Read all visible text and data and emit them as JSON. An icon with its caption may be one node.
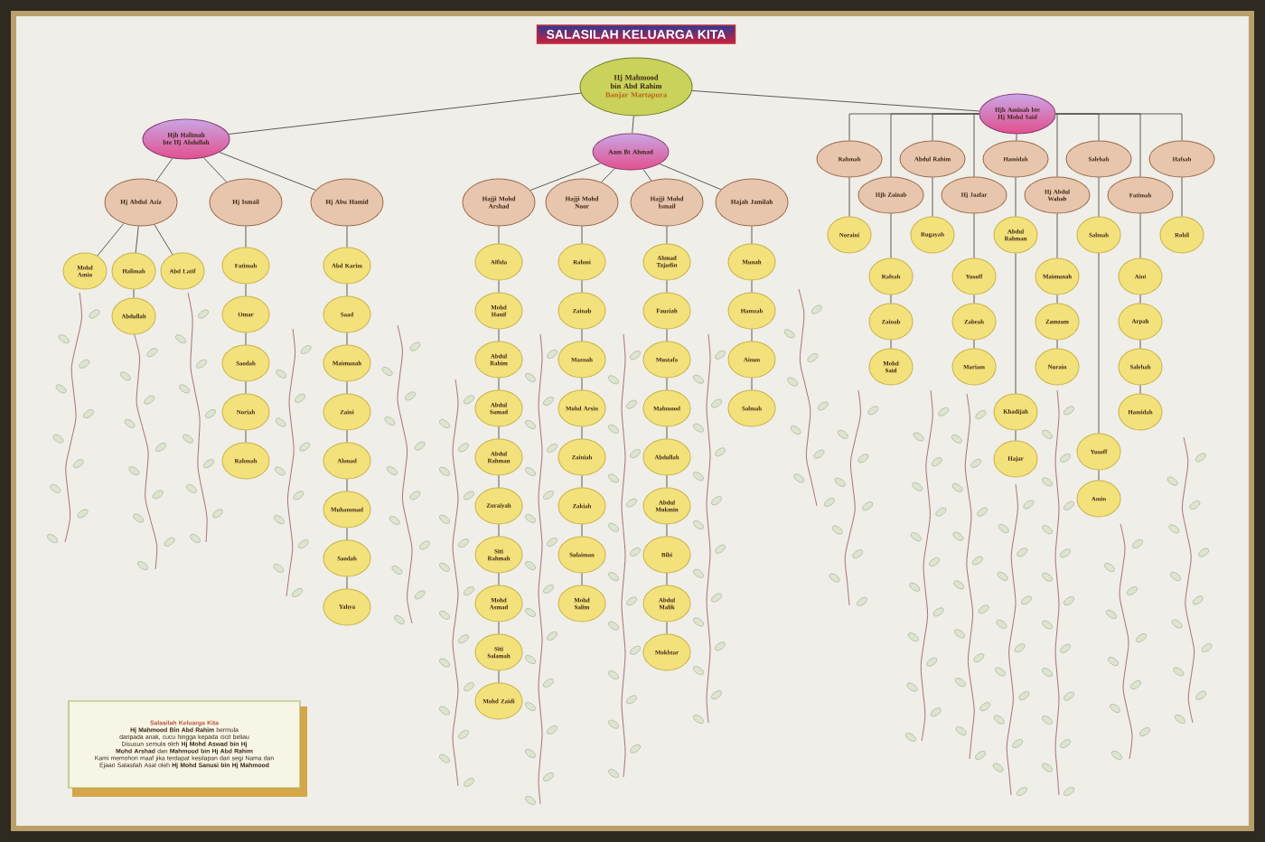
{
  "diagram": {
    "title": "SALASILAH KELUARGA KITA",
    "nodes": [
      {
        "text": [
          "Hj Mahmood bin Abd Rahim",
          "Banjar Martapura"
        ]
      },
      {
        "text": [
          "Hjh Halimah bte Hj Abdullah"
        ]
      },
      {
        "text": [
          "Aam Bt Ahmad"
        ]
      },
      {
        "text": [
          "Hjh Aminah bte Hj Mohd Said"
        ]
      },
      {
        "text": [
          "Hj Abdul Aziz"
        ]
      },
      {
        "text": [
          "Hj Ismail"
        ]
      },
      {
        "text": [
          "Hj Abu Hamid"
        ]
      },
      {
        "text": [
          "Hajji Mohd Arshad"
        ]
      },
      {
        "text": [
          "Hajji Mohd Noor"
        ]
      },
      {
        "text": [
          "Hajji Mohd Ismail"
        ]
      },
      {
        "text": [
          "Hajah Jamilah"
        ]
      },
      {
        "text": [
          "Rahmah"
        ]
      },
      {
        "text": [
          "Abdul Rahim"
        ]
      },
      {
        "text": [
          "Hamidah"
        ]
      },
      {
        "text": [
          "Salehah"
        ]
      },
      {
        "text": [
          "Hafsah"
        ]
      },
      {
        "text": [
          "Hjh Zainab"
        ]
      },
      {
        "text": [
          "Hj Jaafar"
        ]
      },
      {
        "text": [
          "Hj Abdul Wahab"
        ]
      },
      {
        "text": [
          "Fatimah"
        ]
      },
      {
        "text": [
          "Mohd Amin"
        ]
      },
      {
        "text": [
          "Halimah"
        ]
      },
      {
        "text": [
          "Abd Latif"
        ]
      },
      {
        "text": [
          "Abdullah"
        ]
      },
      {
        "text": [
          "Fatimah"
        ]
      },
      {
        "text": [
          "Omar"
        ]
      },
      {
        "text": [
          "Saodah"
        ]
      },
      {
        "text": [
          "Noriah"
        ]
      },
      {
        "text": [
          "Rahmah"
        ]
      },
      {
        "text": [
          "Abd Karim"
        ]
      },
      {
        "text": [
          "Saad"
        ]
      },
      {
        "text": [
          "Maimunah"
        ]
      },
      {
        "text": [
          "Zaini"
        ]
      },
      {
        "text": [
          "Ahmad"
        ]
      },
      {
        "text": [
          "Muhammad"
        ]
      },
      {
        "text": [
          "Saodah"
        ]
      },
      {
        "text": [
          "Yahya"
        ]
      },
      {
        "text": [
          "Alfida"
        ]
      },
      {
        "text": [
          "Mohd Hanif"
        ]
      },
      {
        "text": [
          "Abdul Rahim"
        ]
      },
      {
        "text": [
          "Abdul Samad"
        ]
      },
      {
        "text": [
          "Abdul Rahman"
        ]
      },
      {
        "text": [
          "Zuraiyah"
        ]
      },
      {
        "text": [
          "Siti Rahmah"
        ]
      },
      {
        "text": [
          "Mohd Asmad"
        ]
      },
      {
        "text": [
          "Siti Salamah"
        ]
      },
      {
        "text": [
          "Mohd Zaidi"
        ]
      },
      {
        "text": [
          "Rahmi"
        ]
      },
      {
        "text": [
          "Zainab"
        ]
      },
      {
        "text": [
          "Maznah"
        ]
      },
      {
        "text": [
          "Mohd Arsin"
        ]
      },
      {
        "text": [
          "Zainiah"
        ]
      },
      {
        "text": [
          "Zakiah"
        ]
      },
      {
        "text": [
          "Sulaiman"
        ]
      },
      {
        "text": [
          "Mohd Salim"
        ]
      },
      {
        "text": [
          "Ahmad Tajudin"
        ]
      },
      {
        "text": [
          "Fauziah"
        ]
      },
      {
        "text": [
          "Mustafa"
        ]
      },
      {
        "text": [
          "Mahmood"
        ]
      },
      {
        "text": [
          "Abdullah"
        ]
      },
      {
        "text": [
          "Abdul Mukmin"
        ]
      },
      {
        "text": [
          "Bibi"
        ]
      },
      {
        "text": [
          "Abdul Malik"
        ]
      },
      {
        "text": [
          "Mokhtar"
        ]
      },
      {
        "text": [
          "Munah"
        ]
      },
      {
        "text": [
          "Hamzah"
        ]
      },
      {
        "text": [
          "Ainun"
        ]
      },
      {
        "text": [
          "Salmah"
        ]
      },
      {
        "text": [
          "Noraini"
        ]
      },
      {
        "text": [
          "Rugayah"
        ]
      },
      {
        "text": [
          "Abdul Rahman"
        ]
      },
      {
        "text": [
          "Salmah"
        ]
      },
      {
        "text": [
          "Rohil"
        ]
      },
      {
        "text": [
          "Rafeah"
        ]
      },
      {
        "text": [
          "Zainab"
        ]
      },
      {
        "text": [
          "Mohd Said"
        ]
      },
      {
        "text": [
          "Yusoff"
        ]
      },
      {
        "text": [
          "Zabeah"
        ]
      },
      {
        "text": [
          "Mariam"
        ]
      },
      {
        "text": [
          "Maimunah"
        ]
      },
      {
        "text": [
          "Zamzam"
        ]
      },
      {
        "text": [
          "Nurain"
        ]
      },
      {
        "text": [
          "Aini"
        ]
      },
      {
        "text": [
          "Arpah"
        ]
      },
      {
        "text": [
          "Salehah"
        ]
      },
      {
        "text": [
          "Hamidah"
        ]
      },
      {
        "text": [
          "Khadijah"
        ]
      },
      {
        "text": [
          "Hajar"
        ]
      },
      {
        "text": [
          "Yusoff"
        ]
      },
      {
        "text": [
          "Amin"
        ]
      }
    ],
    "edges": [
      {
        "from": 0,
        "to": 1,
        "arrow": "none"
      },
      {
        "from": 0,
        "to": 2,
        "arrow": "none"
      },
      {
        "from": 0,
        "to": 3,
        "arrow": "none"
      },
      {
        "from": 1,
        "to": 4,
        "arrow": "none"
      },
      {
        "from": 1,
        "to": 5,
        "arrow": "none"
      },
      {
        "from": 1,
        "to": 6,
        "arrow": "none"
      },
      {
        "from": 2,
        "to": 7,
        "arrow": "none"
      },
      {
        "from": 2,
        "to": 8,
        "arrow": "none"
      },
      {
        "from": 2,
        "to": 9,
        "arrow": "none"
      },
      {
        "from": 2,
        "to": 10,
        "arrow": "none"
      },
      {
        "from": 3,
        "to": 11,
        "arrow": "none"
      },
      {
        "from": 3,
        "to": 12,
        "arrow": "none"
      },
      {
        "from": 3,
        "to": 13,
        "arrow": "none"
      },
      {
        "from": 3,
        "to": 14,
        "arrow": "none"
      },
      {
        "from": 3,
        "to": 15,
        "arrow": "none"
      },
      {
        "from": 3,
        "to": 16,
        "arrow": "none"
      },
      {
        "from": 3,
        "to": 17,
        "arrow": "none"
      },
      {
        "from": 3,
        "to": 18,
        "arrow": "none"
      },
      {
        "from": 3,
        "to": 19,
        "arrow": "none"
      },
      {
        "from": 4,
        "to": 20,
        "arrow": "none"
      },
      {
        "from": 4,
        "to": 21,
        "arrow": "none"
      },
      {
        "from": 4,
        "to": 22,
        "arrow": "none"
      },
      {
        "from": 21,
        "to": 23,
        "arrow": "none"
      },
      {
        "from": 5,
        "to": 24,
        "arrow": "none"
      },
      {
        "from": 24,
        "to": 25,
        "arrow": "none"
      },
      {
        "from": 25,
        "to": 26,
        "arrow": "none"
      },
      {
        "from": 26,
        "to": 27,
        "arrow": "none"
      },
      {
        "from": 27,
        "to": 28,
        "arrow": "none"
      },
      {
        "from": 6,
        "to": 29,
        "arrow": "none"
      },
      {
        "from": 29,
        "to": 30,
        "arrow": "none"
      },
      {
        "from": 30,
        "to": 31,
        "arrow": "none"
      },
      {
        "from": 31,
        "to": 32,
        "arrow": "none"
      },
      {
        "from": 32,
        "to": 33,
        "arrow": "none"
      },
      {
        "from": 33,
        "to": 34,
        "arrow": "none"
      },
      {
        "from": 34,
        "to": 35,
        "arrow": "none"
      },
      {
        "from": 35,
        "to": 36,
        "arrow": "none"
      },
      {
        "from": 7,
        "to": 37,
        "arrow": "none"
      },
      {
        "from": 37,
        "to": 38,
        "arrow": "none"
      },
      {
        "from": 38,
        "to": 39,
        "arrow": "none"
      },
      {
        "from": 39,
        "to": 40,
        "arrow": "none"
      },
      {
        "from": 40,
        "to": 41,
        "arrow": "none"
      },
      {
        "from": 41,
        "to": 42,
        "arrow": "none"
      },
      {
        "from": 42,
        "to": 43,
        "arrow": "none"
      },
      {
        "from": 43,
        "to": 44,
        "arrow": "none"
      },
      {
        "from": 44,
        "to": 45,
        "arrow": "none"
      },
      {
        "from": 45,
        "to": 46,
        "arrow": "none"
      },
      {
        "from": 8,
        "to": 47,
        "arrow": "none"
      },
      {
        "from": 47,
        "to": 48,
        "arrow": "none"
      },
      {
        "from": 48,
        "to": 49,
        "arrow": "none"
      },
      {
        "from": 49,
        "to": 50,
        "arrow": "none"
      },
      {
        "from": 50,
        "to": 51,
        "arrow": "none"
      },
      {
        "from": 51,
        "to": 52,
        "arrow": "none"
      },
      {
        "from": 52,
        "to": 53,
        "arrow": "none"
      },
      {
        "from": 53,
        "to": 54,
        "arrow": "none"
      },
      {
        "from": 9,
        "to": 55,
        "arrow": "none"
      },
      {
        "from": 55,
        "to": 56,
        "arrow": "none"
      },
      {
        "from": 56,
        "to": 57,
        "arrow": "none"
      },
      {
        "from": 57,
        "to": 58,
        "arrow": "none"
      },
      {
        "from": 58,
        "to": 59,
        "arrow": "none"
      },
      {
        "from": 59,
        "to": 60,
        "arrow": "none"
      },
      {
        "from": 60,
        "to": 61,
        "arrow": "none"
      },
      {
        "from": 61,
        "to": 62,
        "arrow": "none"
      },
      {
        "from": 62,
        "to": 63,
        "arrow": "none"
      },
      {
        "from": 10,
        "to": 64,
        "arrow": "none"
      },
      {
        "from": 64,
        "to": 65,
        "arrow": "none"
      },
      {
        "from": 65,
        "to": 66,
        "arrow": "none"
      },
      {
        "from": 66,
        "to": 67,
        "arrow": "none"
      },
      {
        "from": 11,
        "to": 68,
        "arrow": "none"
      },
      {
        "from": 12,
        "to": 69,
        "arrow": "none"
      },
      {
        "from": 13,
        "to": 70,
        "arrow": "none"
      },
      {
        "from": 14,
        "to": 71,
        "arrow": "none"
      },
      {
        "from": 15,
        "to": 72,
        "arrow": "none"
      },
      {
        "from": 16,
        "to": 73,
        "arrow": "none"
      },
      {
        "from": 73,
        "to": 74,
        "arrow": "none"
      },
      {
        "from": 74,
        "to": 75,
        "arrow": "none"
      },
      {
        "from": 17,
        "to": 76,
        "arrow": "none"
      },
      {
        "from": 76,
        "to": 77,
        "arrow": "none"
      },
      {
        "from": 77,
        "to": 78,
        "arrow": "none"
      },
      {
        "from": 18,
        "to": 79,
        "arrow": "none"
      },
      {
        "from": 79,
        "to": 80,
        "arrow": "none"
      },
      {
        "from": 80,
        "to": 81,
        "arrow": "none"
      },
      {
        "from": 19,
        "to": 82,
        "arrow": "none"
      },
      {
        "from": 82,
        "to": 83,
        "arrow": "none"
      },
      {
        "from": 83,
        "to": 84,
        "arrow": "none"
      },
      {
        "from": 84,
        "to": 85,
        "arrow": "none"
      },
      {
        "from": 70,
        "to": 86,
        "arrow": "none"
      },
      {
        "from": 86,
        "to": 87,
        "arrow": "none"
      },
      {
        "from": 71,
        "to": 88,
        "arrow": "none"
      },
      {
        "from": 88,
        "to": 89,
        "arrow": "none"
      }
    ],
    "labels": [
      "Salasilah Keluarga Kita",
      "**Hj Mahmood Bin Abd Rahim** bermula daripada anak, cucu hingga kepada cicit beliau",
      "Disusun semula oleh **Hj Mohd Aswad bin Hj Mohd Arshad** dan **Mahmood bin Hj Abd Rahim**",
      "Kami memohon maaf jika terdapat kesilapan dari segi Nama dan Ejaan Salasilah Asal oleh **Hj Mohd Sanusi bin Hj Mahmood**"
    ]
  }
}
